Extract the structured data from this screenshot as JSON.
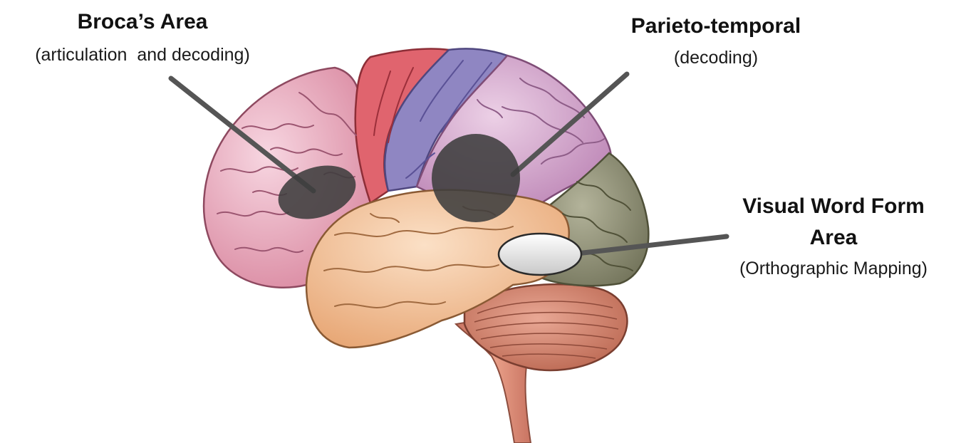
{
  "labels": {
    "broca": {
      "title": "Broca’s Area",
      "subtitle": "(articulation  and decoding)"
    },
    "parieto_temporal": {
      "title": "Parieto-temporal",
      "subtitle": "(decoding)"
    },
    "vwfa": {
      "title_line1": "Visual Word Form",
      "title_line2": "Area",
      "subtitle": "(Orthographic Mapping)"
    }
  },
  "colors": {
    "frontal": "#e7a6bd",
    "motor": "#e0646e",
    "sensory": "#8f86c2",
    "parietal": "#cf9fc6",
    "temporal": "#f2c49a",
    "occipital": "#8e8f72",
    "cerebellum": "#cf7f6b",
    "brainstem": "#d98b74",
    "highlight_dark": "#3e3e3e",
    "highlight_light": "#eeeeee",
    "pointer": "#555555"
  }
}
